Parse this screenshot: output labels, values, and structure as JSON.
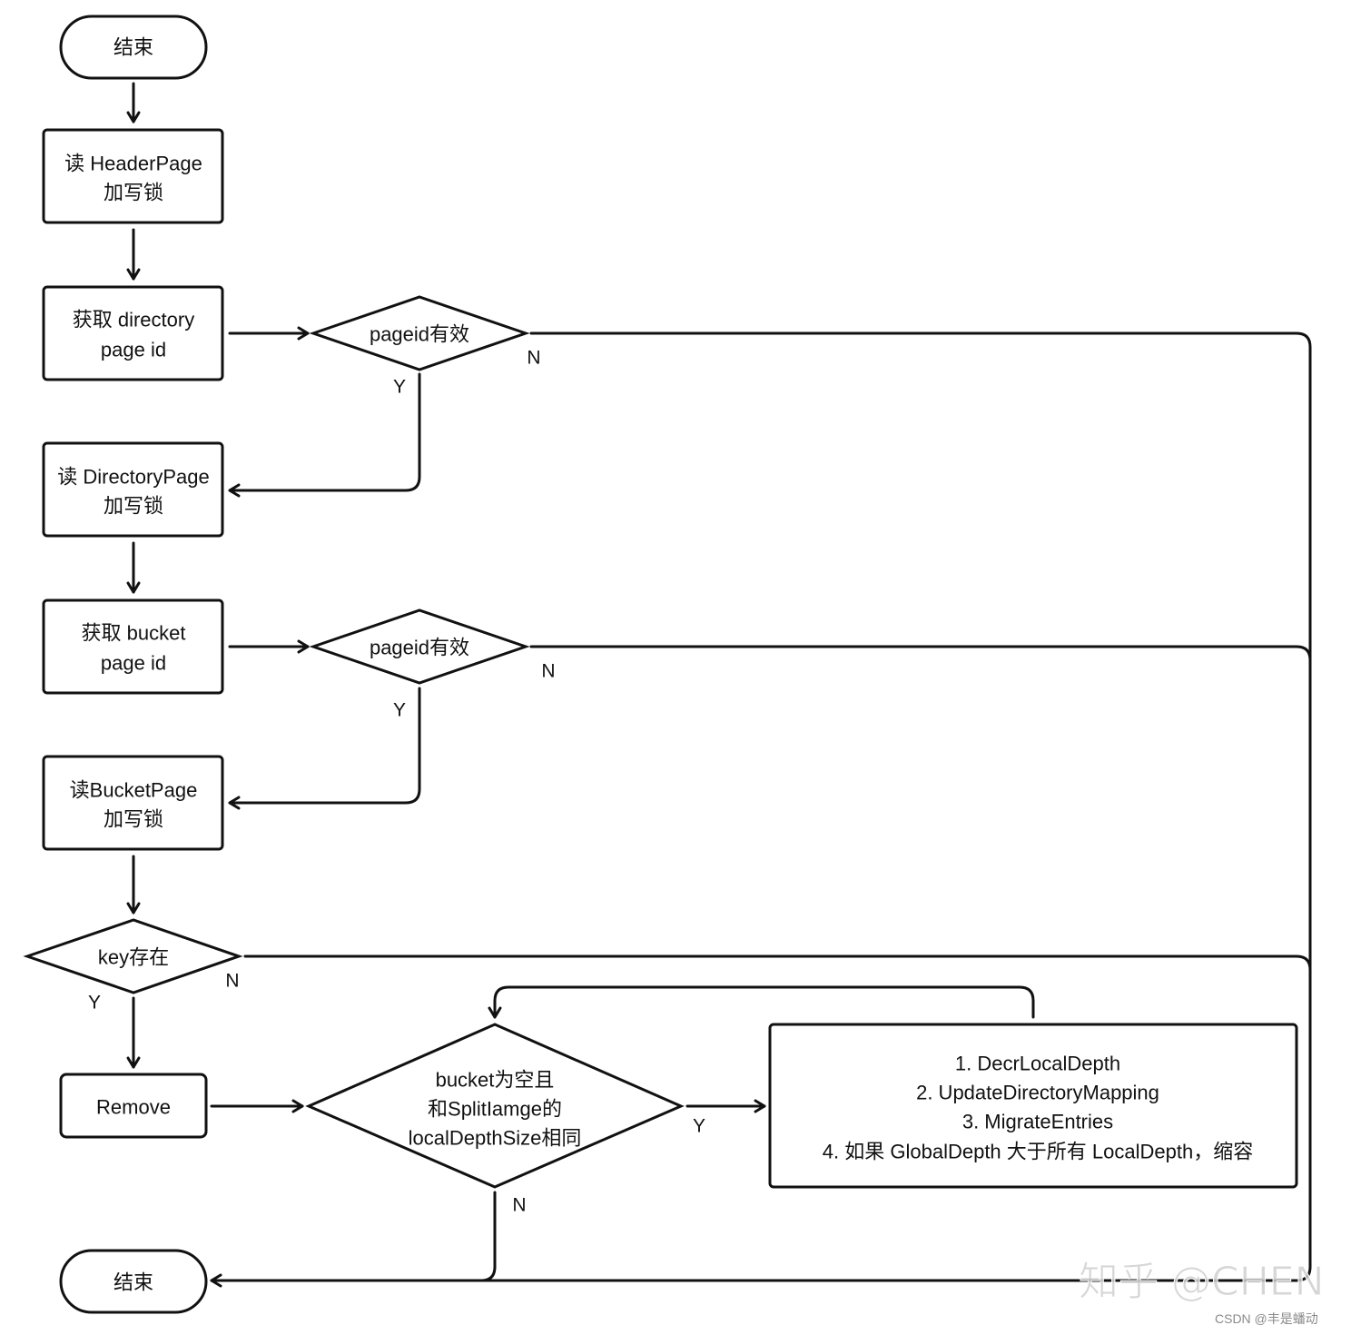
{
  "nodes": {
    "start_terminal": "结束",
    "read_header_page": [
      "读 HeaderPage",
      "加写锁"
    ],
    "get_directory_page_id": [
      "获取 directory",
      "page id"
    ],
    "directory_pageid_valid": "pageid有效",
    "read_directory_page": [
      "读 DirectoryPage",
      "加写锁"
    ],
    "get_bucket_page_id": [
      "获取 bucket",
      "page id"
    ],
    "bucket_pageid_valid": "pageid有效",
    "read_bucket_page": [
      "读BucketPage",
      "加写锁"
    ],
    "key_exists": "key存在",
    "remove": "Remove",
    "merge_condition": [
      "bucket为空且",
      "和SplitIamge的",
      "localDepthSize相同"
    ],
    "merge_steps": [
      "1. DecrLocalDepth",
      "2. UpdateDirectoryMapping",
      "3. MigrateEntries",
      "4. 如果 GlobalDepth 大于所有 LocalDepth，缩容"
    ],
    "end_terminal": "结束"
  },
  "edge_labels": {
    "directory_valid_no": "N",
    "directory_valid_yes": "Y",
    "bucket_valid_no": "N",
    "bucket_valid_yes": "Y",
    "key_exists_no": "N",
    "key_exists_yes": "Y",
    "merge_yes": "Y",
    "merge_no": "N"
  },
  "watermarks": {
    "zhihu": "知乎 @CHEN",
    "csdn": "CSDN @丰是蟠动"
  }
}
